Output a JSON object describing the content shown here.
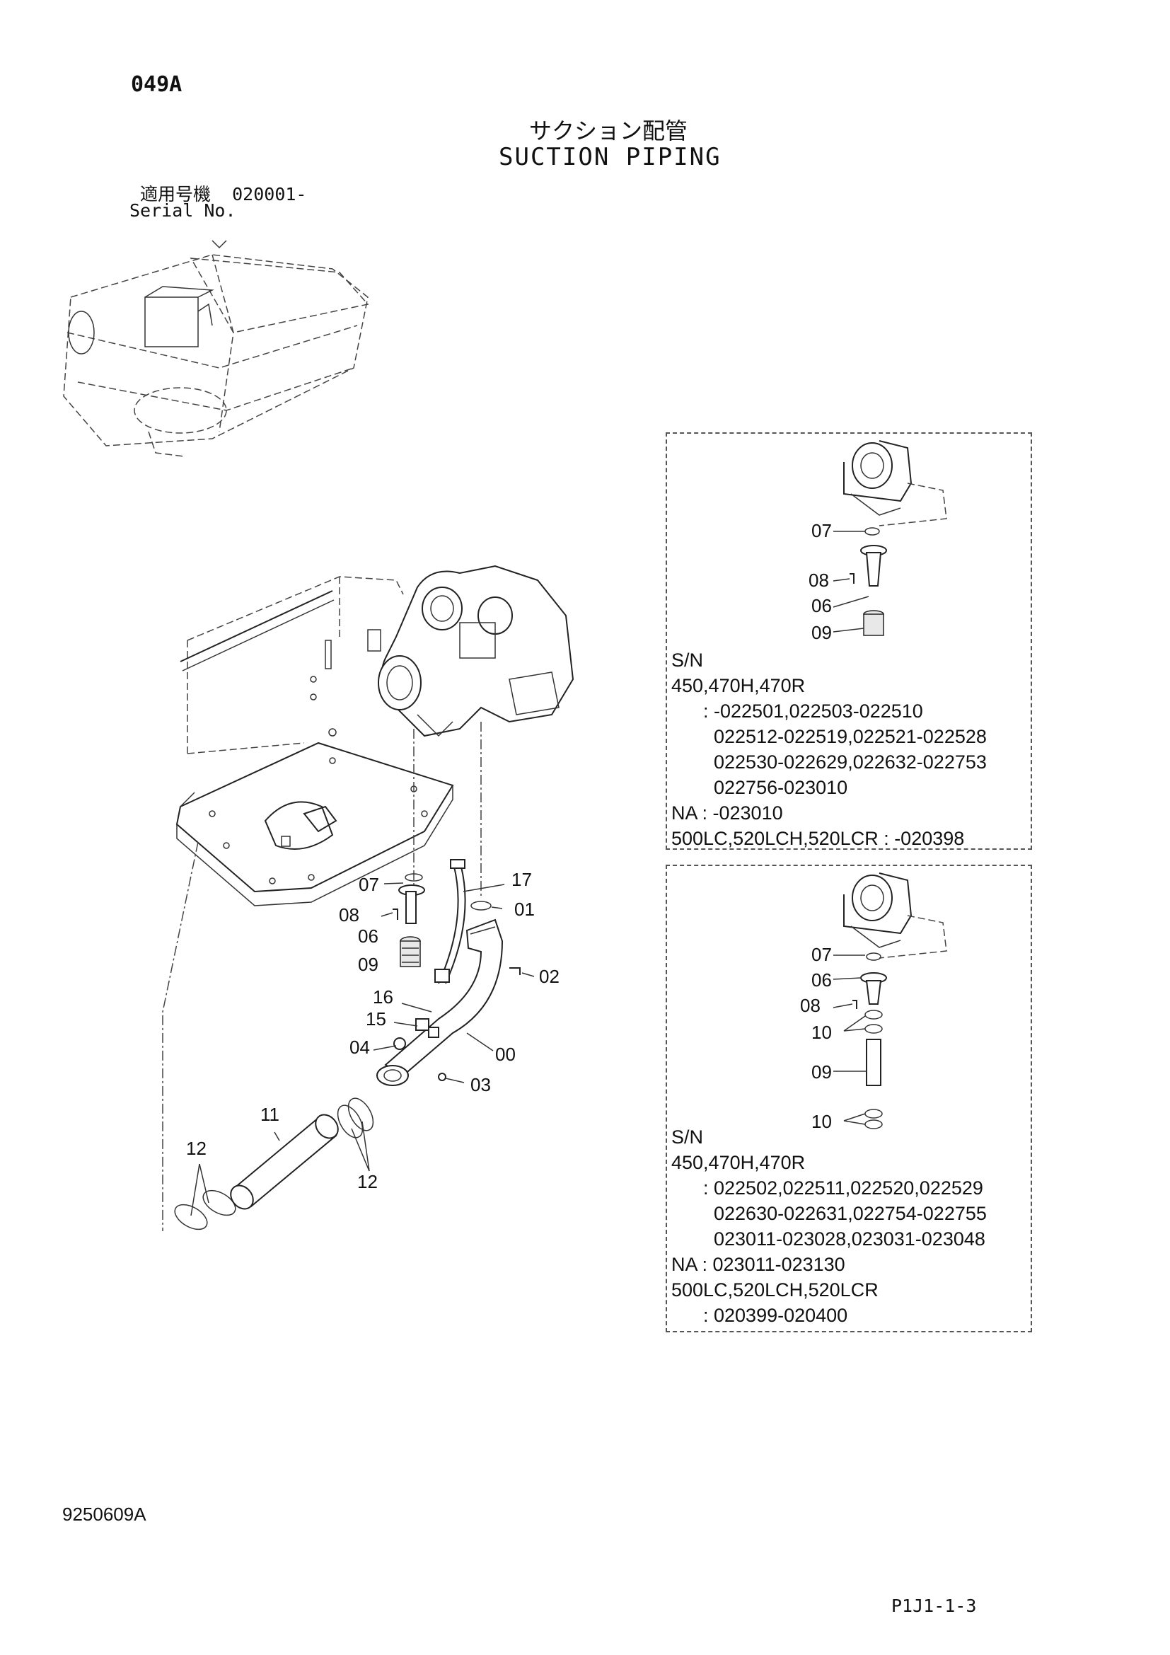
{
  "header": {
    "page_code": "049A",
    "title_jp": "サクション配管",
    "title_en": "SUCTION PIPING",
    "serial_label_jp": "適用号機",
    "serial_value": "020001-",
    "serial_label_en": "Serial No."
  },
  "callouts": {
    "c07": "07",
    "c08": "08",
    "c06": "06",
    "c09": "09",
    "c17": "17",
    "c01": "01",
    "c02": "02",
    "c16": "16",
    "c15": "15",
    "c04": "04",
    "c00": "00",
    "c03": "03",
    "c11": "11",
    "c12a": "12",
    "c12b": "12"
  },
  "box1": {
    "callouts": {
      "c07": "07",
      "c08": "08",
      "c06": "06",
      "c09": "09"
    },
    "lines": [
      "S/N",
      "450,470H,470R",
      "      : -022501,022503-022510",
      "        022512-022519,022521-022528",
      "        022530-022629,022632-022753",
      "        022756-023010",
      "NA : -023010",
      "500LC,520LCH,520LCR : -020398"
    ]
  },
  "box2": {
    "callouts": {
      "c07": "07",
      "c06": "06",
      "c08": "08",
      "c10a": "10",
      "c09": "09",
      "c10b": "10"
    },
    "lines": [
      "S/N",
      "450,470H,470R",
      "      : 022502,022511,022520,022529",
      "        022630-022631,022754-022755",
      "        023011-023028,023031-023048",
      "NA : 023011-023130",
      "500LC,520LCH,520LCR",
      "      : 020399-020400"
    ]
  },
  "footer": {
    "doc_code": "9250609A",
    "page_id": "P1J1-1-3"
  }
}
